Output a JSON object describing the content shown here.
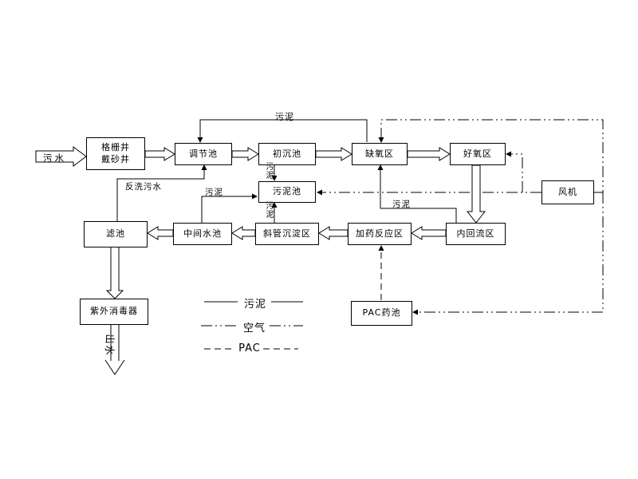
{
  "boxes": {
    "grit_well": {
      "line1": "格栅井",
      "line2": "戴砂井"
    },
    "regulating_tank": "调节池",
    "primary_sedimentation": "初沉池",
    "anoxic_zone": "缺氧区",
    "aerobic_zone": "好氧区",
    "sludge_tank": "污泥池",
    "blower": "风机",
    "filter_tank": "滤池",
    "intermediate_tank": "中间水池",
    "inclined_tube_settling": "斜管沉淀区",
    "dosing_reaction_zone": "加药反应区",
    "internal_recirculation_zone": "内回流区",
    "uv_disinfector": "紫外消毒器",
    "pac_tank": "PAC药池"
  },
  "streams": {
    "influent": "污水",
    "effluent": "出水",
    "top_sludge": "污泥",
    "backwash": "反洗污水",
    "intermediate_sludge": "污泥",
    "primary_sludge": "污泥",
    "settling_sludge": "污泥",
    "recirculation_sludge": "污泥"
  },
  "legend": {
    "items": [
      {
        "label": "污泥",
        "style": "solid"
      },
      {
        "label": "空气",
        "style": "dash-dot-dot"
      },
      {
        "label": "PAC",
        "style": "dashed"
      }
    ]
  },
  "colors": {
    "line": "#000000",
    "background": "#ffffff",
    "text": "#000000"
  }
}
